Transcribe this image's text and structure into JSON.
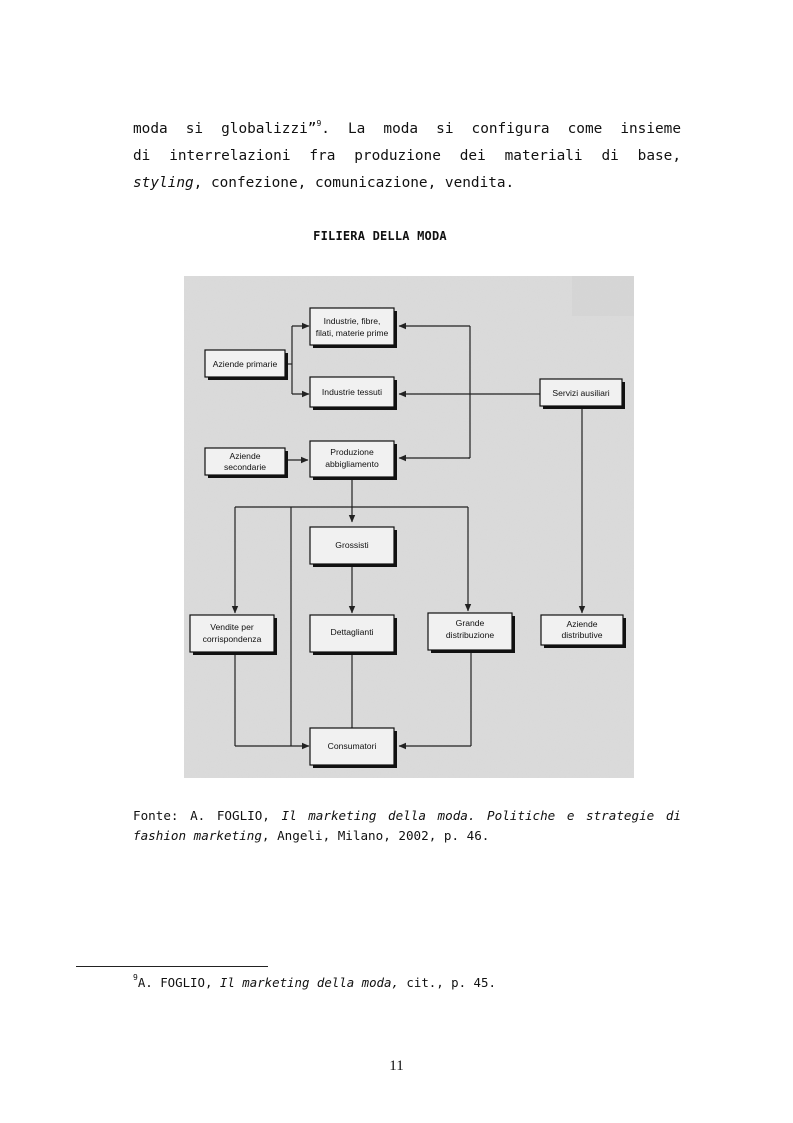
{
  "paragraph": {
    "line1_a": "moda si globalizzi”",
    "line1_sup": "9",
    "line1_b": ". La moda si configura come insieme",
    "line2": "di interrelazioni fra produzione dei materiali di base,",
    "line3_em": "styling",
    "line3_b": ", confezione, comunicazione, vendita."
  },
  "figure_title": "FILIERA DELLA MODA",
  "diagram": {
    "boxes": {
      "industrie_fibre_1": "Industrie, fibre,",
      "industrie_fibre_2": "filati, materie prime",
      "aziende_primarie": "Aziende primarie",
      "industrie_tessuti": "Industrie tessuti",
      "servizi_ausiliari": "Servizi ausiliari",
      "aziende_secondarie_1": "Aziende",
      "aziende_secondarie_2": "secondarie",
      "produzione_1": "Produzione",
      "produzione_2": "abbigliamento",
      "grossisti": "Grossisti",
      "vendite_1": "Vendite per",
      "vendite_2": "corrispondenza",
      "dettaglianti": "Dettaglianti",
      "grande_1": "Grande",
      "grande_2": "distribuzione",
      "aziende_distributive_1": "Aziende",
      "aziende_distributive_2": "distributive",
      "consumatori": "Consumatori"
    }
  },
  "source": {
    "prefix": "Fonte: A. FOGLIO, ",
    "title_em": "Il marketing della moda. Politiche e strategie di fashion marketing",
    "suffix": ", Angeli, Milano, 2002, p. 46."
  },
  "footnote": {
    "number": "9",
    "author": "A. FOGLIO, ",
    "title_em": "Il marketing della moda,",
    "rest": " cit.,  p. 45."
  },
  "page_number": "11"
}
